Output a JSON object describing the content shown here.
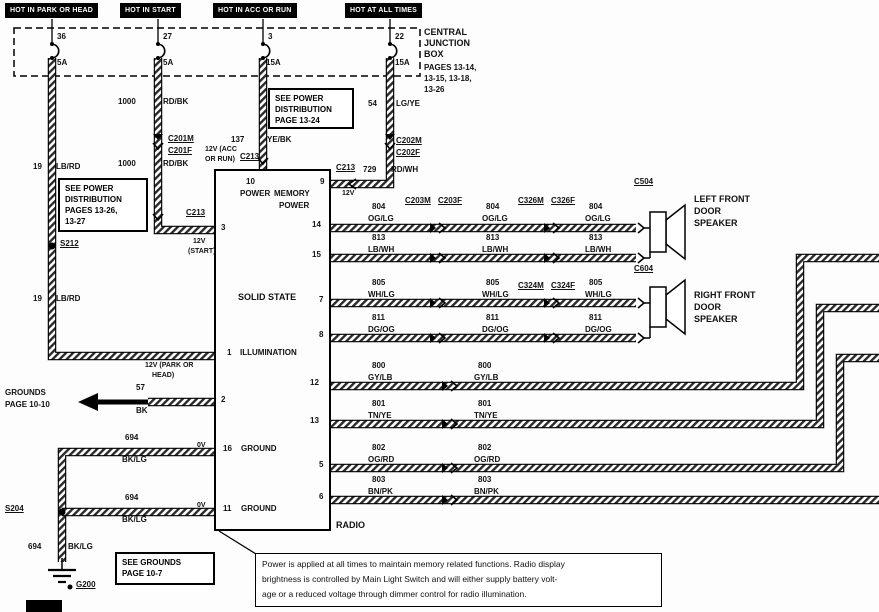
{
  "hot_labels": [
    "HOT IN PARK OR HEAD",
    "HOT IN START",
    "HOT IN ACC OR RUN",
    "HOT AT ALL TIMES"
  ],
  "junction_box": {
    "title": [
      "CENTRAL",
      "JUNCTION",
      "BOX"
    ],
    "pages": [
      "PAGES 13-14,",
      "13-15, 13-18,",
      "13-26"
    ],
    "fuses": [
      {
        "num": "36",
        "amps": "5A"
      },
      {
        "num": "27",
        "amps": "5A"
      },
      {
        "num": "3",
        "amps": "15A"
      },
      {
        "num": "22",
        "amps": "15A"
      }
    ]
  },
  "power_notes": {
    "box1": [
      "SEE POWER",
      "DISTRIBUTION",
      "PAGES 13-26,",
      "13-27"
    ],
    "box2": [
      "SEE POWER",
      "DISTRIBUTION",
      "PAGE 13-24"
    ],
    "grounds_box": [
      "SEE GROUNDS",
      "PAGE 10-7"
    ]
  },
  "wires": {
    "w1000": {
      "num": "1000",
      "color": "RD/BK"
    },
    "w137": {
      "num": "137",
      "color": "YE/BK"
    },
    "w54": {
      "num": "54",
      "color": "LG/YE"
    },
    "w729": {
      "num": "729",
      "color": "RD/WH"
    },
    "w19": {
      "num": "19",
      "color": "LB/RD"
    },
    "w57": {
      "num": "57",
      "color": "BK"
    },
    "w694": {
      "num": "694",
      "color": "BK/LG"
    },
    "w804": {
      "num": "804",
      "color": "OG/LG"
    },
    "w813": {
      "num": "813",
      "color": "LB/WH"
    },
    "w805": {
      "num": "805",
      "color": "WH/LG"
    },
    "w811": {
      "num": "811",
      "color": "DG/OG"
    },
    "w800": {
      "num": "800",
      "color": "GY/LB"
    },
    "w801": {
      "num": "801",
      "color": "TN/YE"
    },
    "w802": {
      "num": "802",
      "color": "OG/RD"
    },
    "w803": {
      "num": "803",
      "color": "BN/PK"
    }
  },
  "connectors": {
    "c201m": "C201M",
    "c201f": "C201F",
    "c202m": "C202M",
    "c202f": "C202F",
    "c213": "C213",
    "c203m": "C203M",
    "c203f": "C203F",
    "c326m": "C326M",
    "c326f": "C326F",
    "c324m": "C324M",
    "c324f": "C324F",
    "c504": "C504",
    "c604": "C604"
  },
  "voltages": {
    "v12_acc_1": "12V (ACC",
    "v12_acc_2": "OR RUN)",
    "v12_start_1": "12V",
    "v12_start_2": "(START)",
    "v12_park_1": "12V (PARK OR",
    "v12_park_2": "HEAD)",
    "v12": "12V",
    "v0": "0V"
  },
  "radio": {
    "label": "RADIO",
    "solid_state": "SOLID STATE",
    "pin10": "10",
    "power": "POWER",
    "pin9": "9",
    "memory": "MEMORY",
    "memory_power": "POWER",
    "pin3": "3",
    "pin14": "14",
    "pin15": "15",
    "pin7": "7",
    "pin8": "8",
    "pin1": "1",
    "illumination": "ILLUMINATION",
    "pin12": "12",
    "pin2": "2",
    "pin13": "13",
    "pin16": "16",
    "ground": "GROUND",
    "pin5": "5",
    "pin11": "11",
    "ground2": "GROUND",
    "pin6": "6"
  },
  "grounds": {
    "title": "GROUNDS",
    "page": "PAGE 10-10",
    "s212": "S212",
    "s204": "S204",
    "g200": "G200"
  },
  "speakers": {
    "left": [
      "LEFT FRONT",
      "DOOR",
      "SPEAKER"
    ],
    "right": [
      "RIGHT FRONT",
      "DOOR",
      "SPEAKER"
    ]
  },
  "note": [
    "Power is applied at all times to maintain memory related functions.  Radio display",
    "brightness is controlled by Main Light Switch and will either supply battery volt-",
    "age or a reduced voltage through dimmer control for radio illumination."
  ]
}
